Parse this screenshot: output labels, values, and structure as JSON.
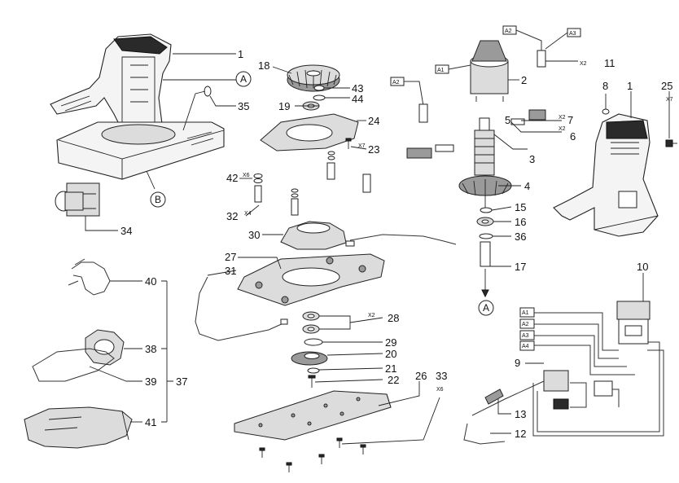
{
  "callouts": {
    "c1a": "1",
    "c1b": "1",
    "c2": "2",
    "c3": "3",
    "c4": "4",
    "c5": "5",
    "c6": "6",
    "c7": "7",
    "c8": "8",
    "c9": "9",
    "c10": "10",
    "c11": "11",
    "c12": "12",
    "c13": "13",
    "c15": "15",
    "c16": "16",
    "c17": "17",
    "c18": "18",
    "c19": "19",
    "c20": "20",
    "c21": "21",
    "c22": "22",
    "c23": "23",
    "c24": "24",
    "c25": "25",
    "c26": "26",
    "c27": "27",
    "c28": "28",
    "c29": "29",
    "c30": "30",
    "c31": "31",
    "c32": "32",
    "c33": "33",
    "c34": "34",
    "c35": "35",
    "c36": "36",
    "c37": "37",
    "c38": "38",
    "c39": "39",
    "c40": "40",
    "c41": "41",
    "c42": "42",
    "c43": "43",
    "c44": "44"
  },
  "quantities": {
    "q7": "X2",
    "q6": "X2",
    "q11": "X2",
    "q23": "X7",
    "q25": "X7",
    "q42": "X6",
    "q32": "X4",
    "q28": "X2",
    "q33": "X6"
  },
  "references": {
    "refA1": "A",
    "refA2": "A",
    "refB": "B"
  },
  "wire_tags": {
    "a1": "A1",
    "a2": "A2",
    "a3": "A3",
    "a2b": "A2",
    "w1": "A1",
    "w2": "A2",
    "w3": "A3",
    "w4": "A4"
  }
}
